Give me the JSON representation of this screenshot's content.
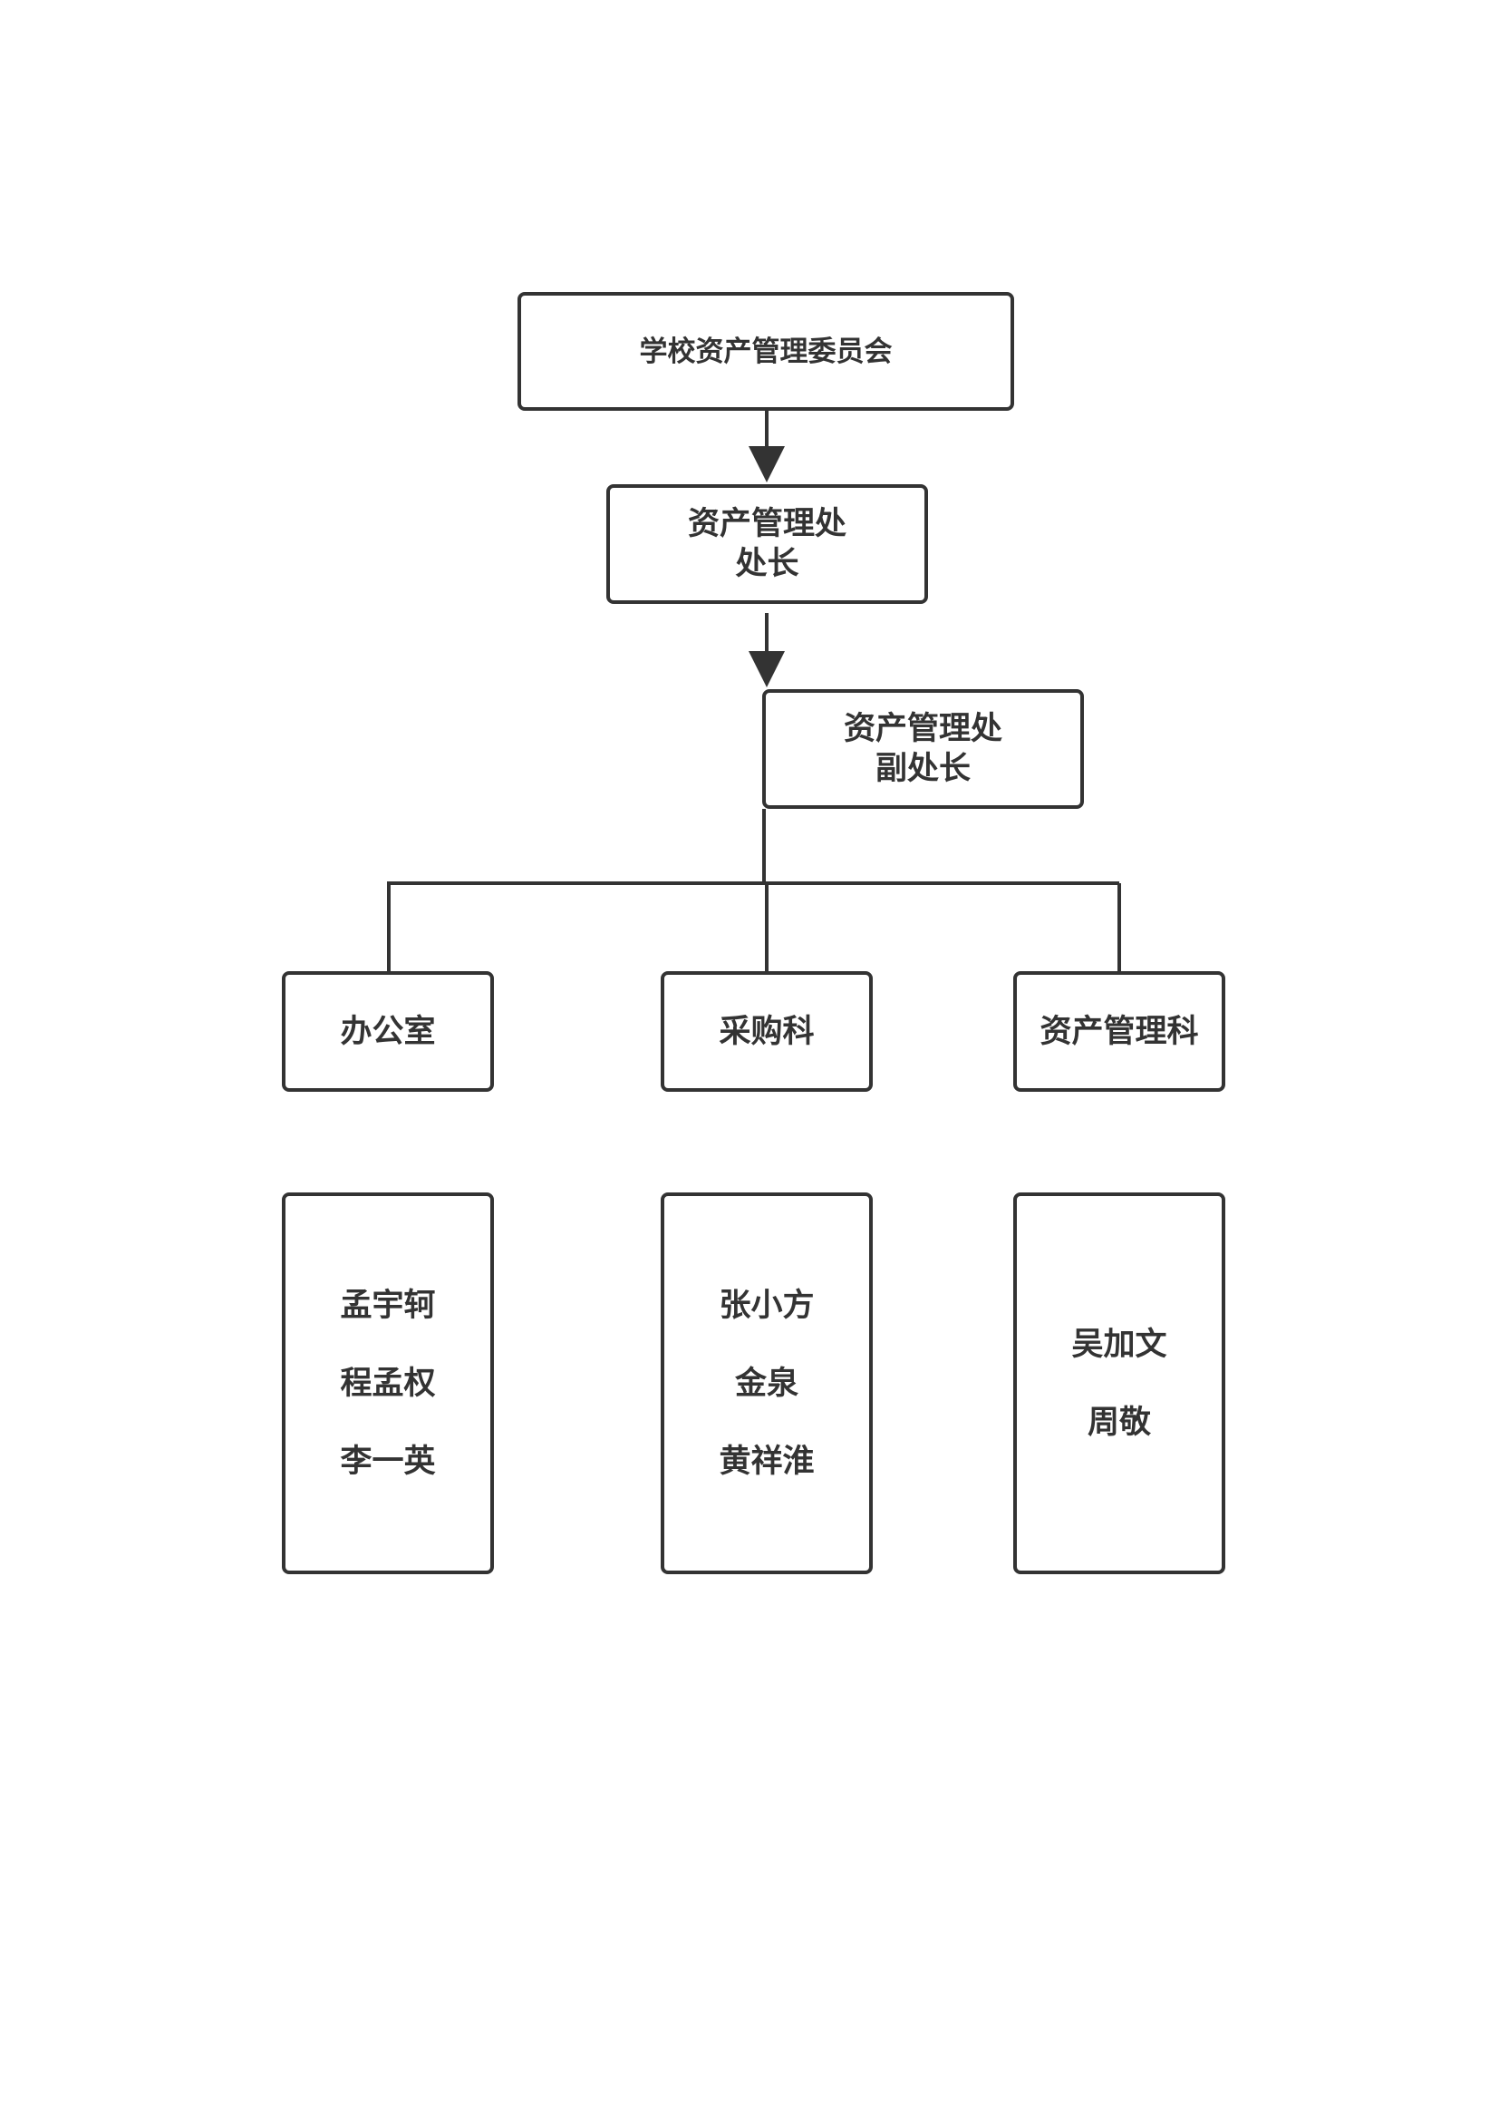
{
  "colors": {
    "stroke": "#333333",
    "text": "#333333",
    "background": "#ffffff"
  },
  "nodes": {
    "committee": {
      "label": "学校资产管理委员会"
    },
    "director": {
      "lines": [
        "资产管理处",
        "处长"
      ]
    },
    "deputy": {
      "lines": [
        "资产管理处",
        "副处长"
      ]
    },
    "office": {
      "label": "办公室"
    },
    "procurement": {
      "label": "采购科"
    },
    "asset_section": {
      "label": "资产管理科"
    }
  },
  "staff": {
    "office": [
      "孟宇轲",
      "程孟权",
      "李一英"
    ],
    "procurement": [
      "张小方",
      "金泉",
      "黄祥淮"
    ],
    "asset_section": [
      "吴加文",
      "周敬"
    ]
  }
}
